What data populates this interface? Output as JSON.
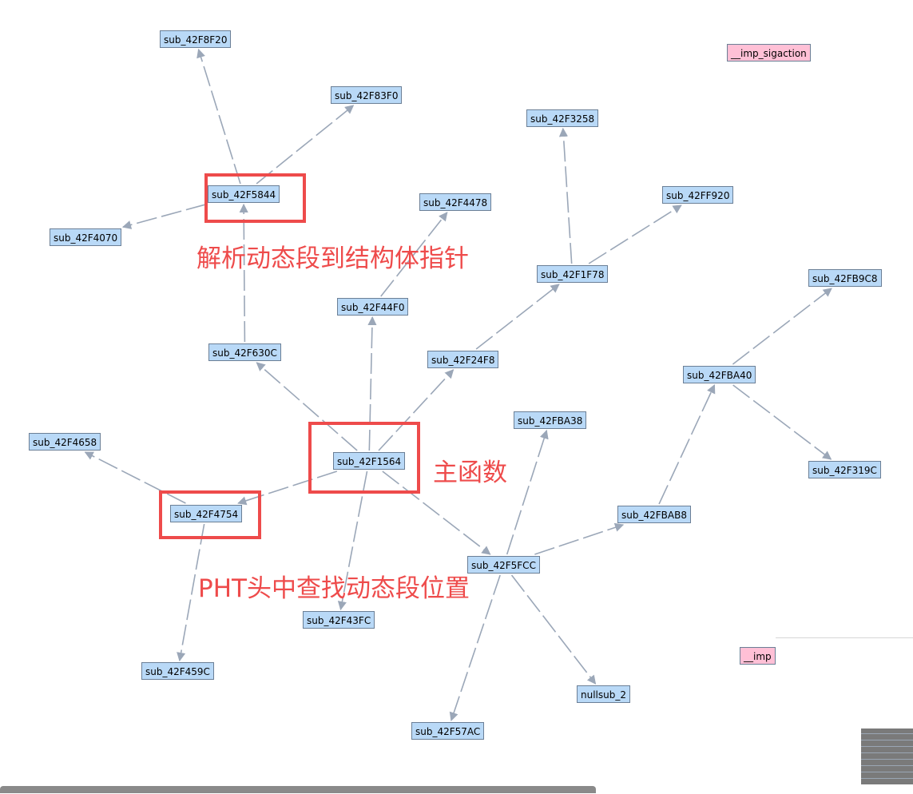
{
  "graph": {
    "nodes": [
      {
        "id": "n_42F8F20",
        "label": "sub_42F8F20",
        "type": "sub"
      },
      {
        "id": "n_imp_sigaction",
        "label": "__imp_sigaction",
        "type": "imp"
      },
      {
        "id": "n_42F83F0",
        "label": "sub_42F83F0",
        "type": "sub"
      },
      {
        "id": "n_42F3258",
        "label": "sub_42F3258",
        "type": "sub"
      },
      {
        "id": "n_42F5844",
        "label": "sub_42F5844",
        "type": "sub"
      },
      {
        "id": "n_42FF920",
        "label": "sub_42FF920",
        "type": "sub"
      },
      {
        "id": "n_42F4478",
        "label": "sub_42F4478",
        "type": "sub"
      },
      {
        "id": "n_42F4070",
        "label": "sub_42F4070",
        "type": "sub"
      },
      {
        "id": "n_42F1F78",
        "label": "sub_42F1F78",
        "type": "sub"
      },
      {
        "id": "n_42FB9C8",
        "label": "sub_42FB9C8",
        "type": "sub"
      },
      {
        "id": "n_42F44F0",
        "label": "sub_42F44F0",
        "type": "sub"
      },
      {
        "id": "n_42F630C",
        "label": "sub_42F630C",
        "type": "sub"
      },
      {
        "id": "n_42F24F8",
        "label": "sub_42F24F8",
        "type": "sub"
      },
      {
        "id": "n_42FBA40",
        "label": "sub_42FBA40",
        "type": "sub"
      },
      {
        "id": "n_42FBA38",
        "label": "sub_42FBA38",
        "type": "sub"
      },
      {
        "id": "n_42F4658",
        "label": "sub_42F4658",
        "type": "sub"
      },
      {
        "id": "n_42F1564",
        "label": "sub_42F1564",
        "type": "sub"
      },
      {
        "id": "n_42F319C",
        "label": "sub_42F319C",
        "type": "sub"
      },
      {
        "id": "n_42F4754",
        "label": "sub_42F4754",
        "type": "sub"
      },
      {
        "id": "n_42FBAB8",
        "label": "sub_42FBAB8",
        "type": "sub"
      },
      {
        "id": "n_42F5FCC",
        "label": "sub_42F5FCC",
        "type": "sub"
      },
      {
        "id": "n_42F43FC",
        "label": "sub_42F43FC",
        "type": "sub"
      },
      {
        "id": "n_imp_partial",
        "label": "__imp",
        "type": "imp"
      },
      {
        "id": "n_42F459C",
        "label": "sub_42F459C",
        "type": "sub"
      },
      {
        "id": "n_nullsub_2",
        "label": "nullsub_2",
        "type": "sub"
      },
      {
        "id": "n_42F57AC",
        "label": "sub_42F57AC",
        "type": "sub"
      }
    ],
    "edges": [
      {
        "from": "n_42F5844",
        "to": "n_42F8F20"
      },
      {
        "from": "n_42F5844",
        "to": "n_42F83F0"
      },
      {
        "from": "n_42F5844",
        "to": "n_42F4070"
      },
      {
        "from": "n_42F630C",
        "to": "n_42F5844"
      },
      {
        "from": "n_42F1564",
        "to": "n_42F630C"
      },
      {
        "from": "n_42F1564",
        "to": "n_42F44F0"
      },
      {
        "from": "n_42F44F0",
        "to": "n_42F4478"
      },
      {
        "from": "n_42F1564",
        "to": "n_42F24F8"
      },
      {
        "from": "n_42F24F8",
        "to": "n_42F1F78"
      },
      {
        "from": "n_42F1F78",
        "to": "n_42F3258"
      },
      {
        "from": "n_42F1F78",
        "to": "n_42FF920"
      },
      {
        "from": "n_42F1564",
        "to": "n_42F5FCC"
      },
      {
        "from": "n_42F1564",
        "to": "n_42F43FC"
      },
      {
        "from": "n_42F1564",
        "to": "n_42F4754"
      },
      {
        "from": "n_42F4754",
        "to": "n_42F4658"
      },
      {
        "from": "n_42F4754",
        "to": "n_42F459C"
      },
      {
        "from": "n_42F5FCC",
        "to": "n_42FBA38"
      },
      {
        "from": "n_42F5FCC",
        "to": "n_42FBAB8"
      },
      {
        "from": "n_42FBAB8",
        "to": "n_42FBA40"
      },
      {
        "from": "n_42FBA40",
        "to": "n_42FB9C8"
      },
      {
        "from": "n_42FBA40",
        "to": "n_42F319C"
      },
      {
        "from": "n_42F5FCC",
        "to": "n_nullsub_2"
      },
      {
        "from": "n_42F5FCC",
        "to": "n_42F57AC"
      }
    ],
    "edge_color": "#9ba7b8",
    "node_fill": "#b9d9f7",
    "imp_fill": "#ffc0d6"
  },
  "annotations": {
    "parse_label": "解析动态段到结构体指针",
    "main_label": "主函数",
    "pht_label": "PHT头中查找动态段位置",
    "highlight_color": "#ee4b4b"
  }
}
